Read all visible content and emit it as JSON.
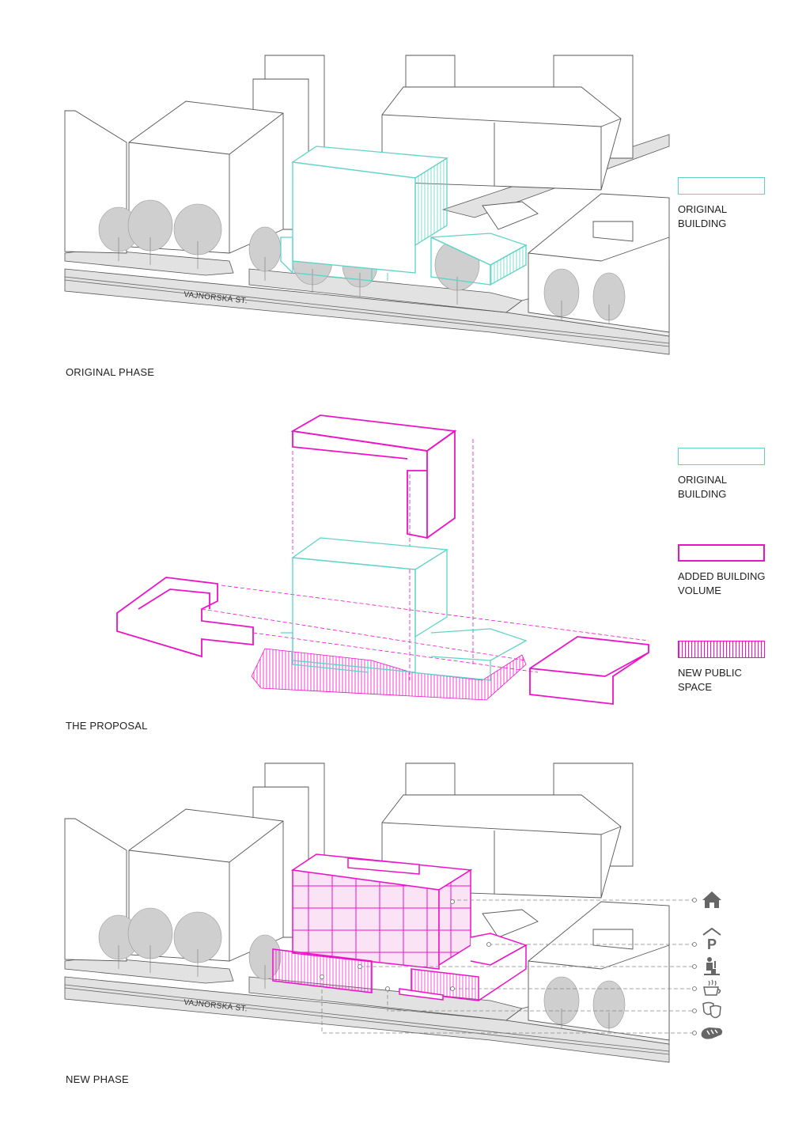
{
  "colors": {
    "original": "#5fd3c7",
    "added": "#ec12c8",
    "context": "#555555",
    "tree": "#bdbdbd",
    "road": "#e1e1e1"
  },
  "panels": {
    "original_phase": {
      "caption": "ORIGINAL PHASE",
      "street": "VAJNORSKÁ ST.",
      "legend": [
        {
          "label": "ORIGINAL\nBUILDING",
          "style": "original"
        }
      ]
    },
    "proposal": {
      "caption": "THE PROPOSAL",
      "legend": [
        {
          "label": "ORIGINAL\nBUILDING",
          "style": "original"
        },
        {
          "label": "ADDED BUILDING\nVOLUME",
          "style": "added"
        },
        {
          "label": "NEW PUBLIC\nSPACE",
          "style": "hatched"
        }
      ]
    },
    "new_phase": {
      "caption": "NEW PHASE",
      "street": "VAJNORSKÁ ST.",
      "program_icons": [
        "house-icon",
        "parking-icon",
        "worker-icon",
        "coffee-icon",
        "theatre-masks-icon",
        "bread-icon"
      ],
      "parking_letter": "P"
    }
  }
}
